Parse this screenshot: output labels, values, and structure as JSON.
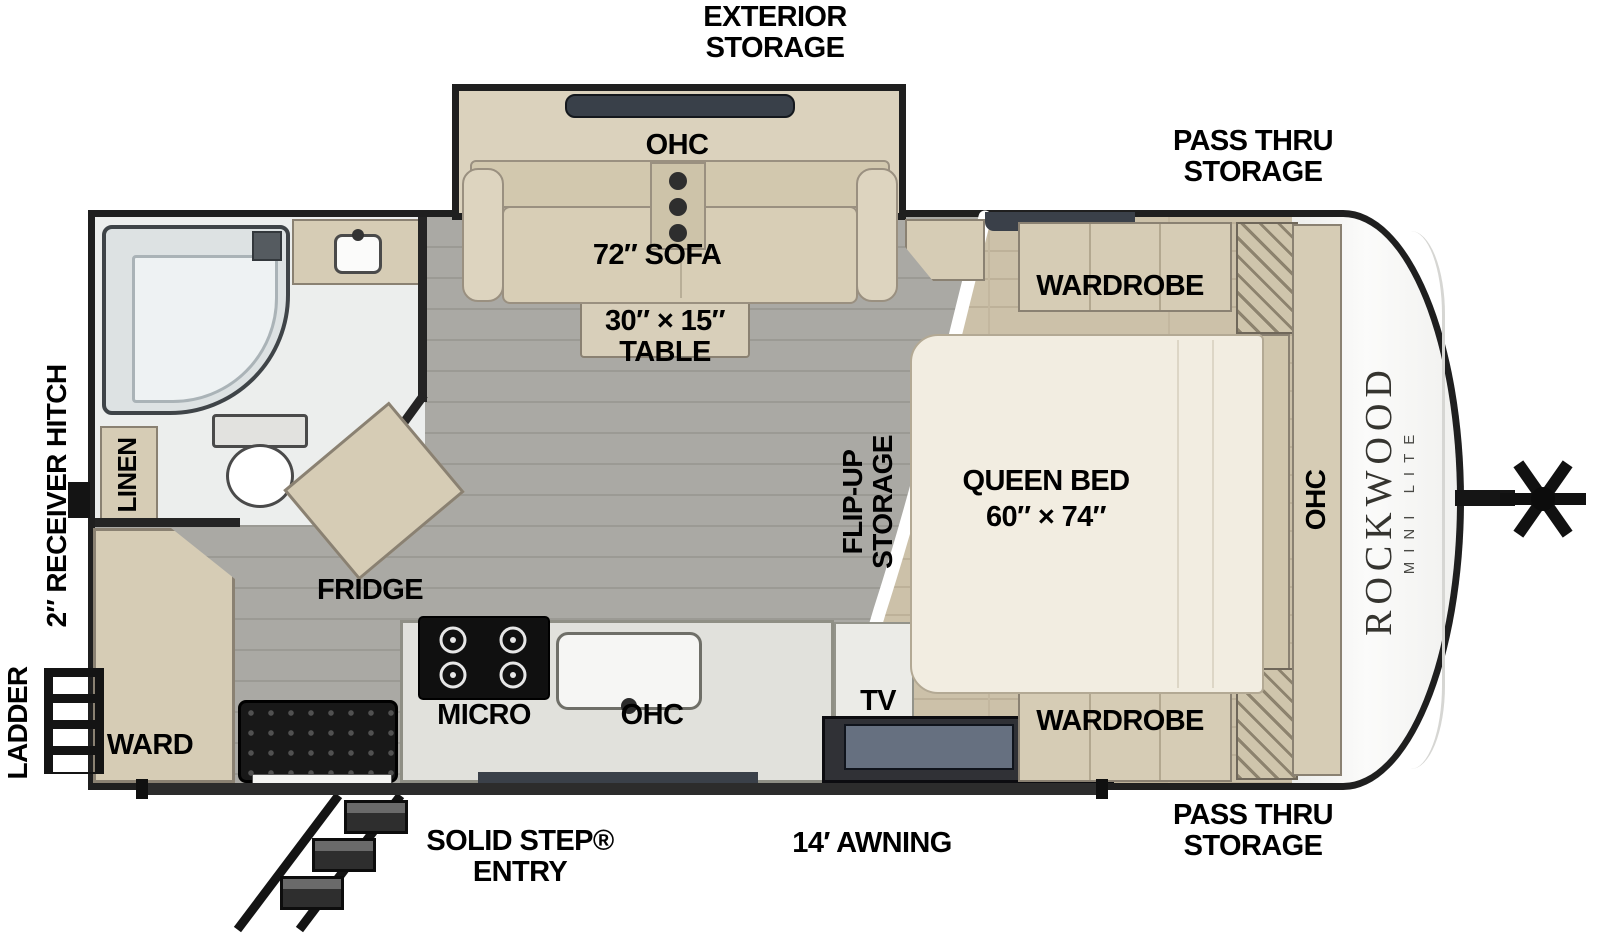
{
  "page": {
    "title": "Rockwood Mini Lite travel trailer floorplan"
  },
  "brand": {
    "name": "ROCKWOOD",
    "series": "MINI LITE"
  },
  "exterior_labels": {
    "exterior_storage": "EXTERIOR STORAGE",
    "pass_thru_storage_top": "PASS THRU STORAGE",
    "pass_thru_storage_bottom": "PASS THRU STORAGE",
    "receiver_hitch": "2″ RECEIVER HITCH",
    "ladder": "LADDER",
    "awning": "14′ AWNING",
    "entry": "SOLID STEP® ENTRY"
  },
  "living_area": {
    "sofa_ohc": "OHC",
    "sofa": "72″ SOFA",
    "table": "30″ × 15″ TABLE",
    "fridge": "FRIDGE",
    "micro": "MICRO",
    "kitchen_ohc": "OHC",
    "tv": "TV",
    "flip_up_storage": "FLIP-UP STORAGE"
  },
  "bedroom": {
    "wardrobe_top": "WARDROBE",
    "wardrobe_bottom": "WARDROBE",
    "bed": "QUEEN BED",
    "bed_size": "60″ × 74″",
    "ohc": "OHC"
  },
  "bathroom": {
    "linen": "LINEN",
    "wardrobe": "WARD"
  },
  "colors": {
    "outline": "#1f1f1f",
    "floor_main": "#a5a49f",
    "floor_bedroom": "#ccc1a9",
    "cabinet": "#d6ccb5",
    "divider": "#ffffff",
    "label_text": "#000000"
  }
}
